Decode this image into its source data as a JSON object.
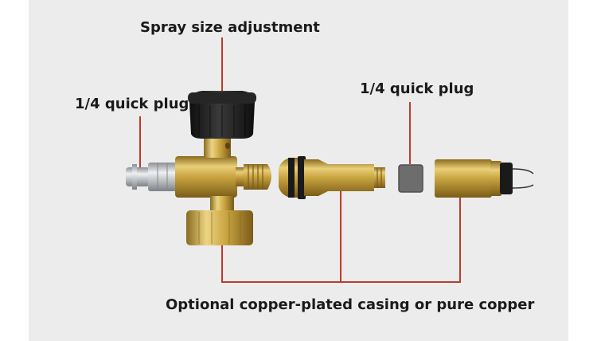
{
  "labels": {
    "spray_size": "Spray size adjustment",
    "quick_plug_left": "1/4 quick plug",
    "quick_plug_right": "1/4 quick plug",
    "casing_note": "Optional copper-plated casing or pure copper"
  },
  "colors": {
    "background": "#ececec",
    "callout_line": "#c0392b",
    "brass": "#c9a440",
    "knob": "#1c1c1c",
    "steel": "#b8bcc0",
    "filter": "#6d6d6d"
  }
}
